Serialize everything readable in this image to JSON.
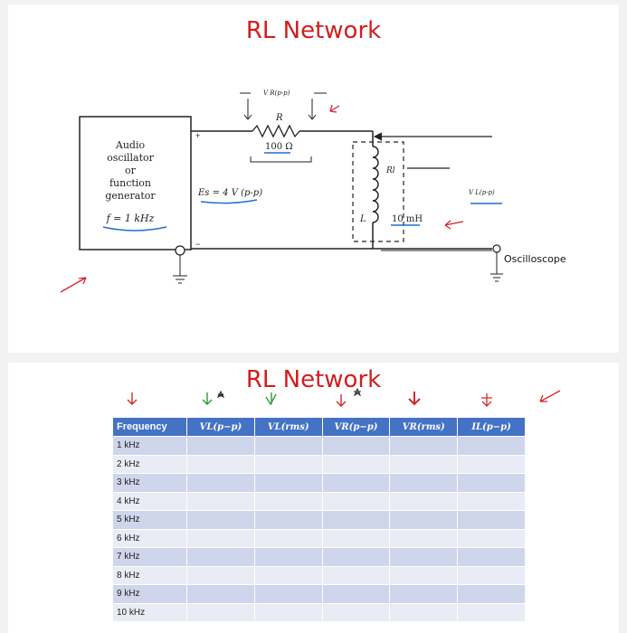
{
  "slide1": {
    "title": "RL Network",
    "generator": {
      "line1": "Audio",
      "line2": "oscillator",
      "line3": "or",
      "line4": "function",
      "line5": "generator",
      "line6": "f = 1 kHz"
    },
    "source_label": "Es = 4 V (p-p)",
    "resistor_symbol": "R",
    "resistor_value": "100 Ω",
    "resistor_voltage": "V R(p-p)",
    "inductor_symbol": "L",
    "inductor_value": "10 mH",
    "inductor_resistance": "Rl",
    "inductor_voltage": "V L(p-p)",
    "oscilloscope_label": "Oscilloscope"
  },
  "slide2": {
    "title": "RL Network",
    "table": {
      "headers": [
        "Frequency",
        "VL(p−p)",
        "VL(rms)",
        "VR(p−p)",
        "VR(rms)",
        "IL(p−p)"
      ],
      "rows": [
        "1 kHz",
        "2 kHz",
        "3 kHz",
        "4 kHz",
        "5 kHz",
        "6 kHz",
        "7 kHz",
        "8 kHz",
        "9 kHz",
        "10 kHz"
      ]
    }
  },
  "colors": {
    "title_red": "#d21d1d",
    "annotation_red": "#d8262b",
    "annotation_green": "#2e9b3a",
    "annotation_blue": "#1f6fd0",
    "header_blue": "#4472c4"
  }
}
